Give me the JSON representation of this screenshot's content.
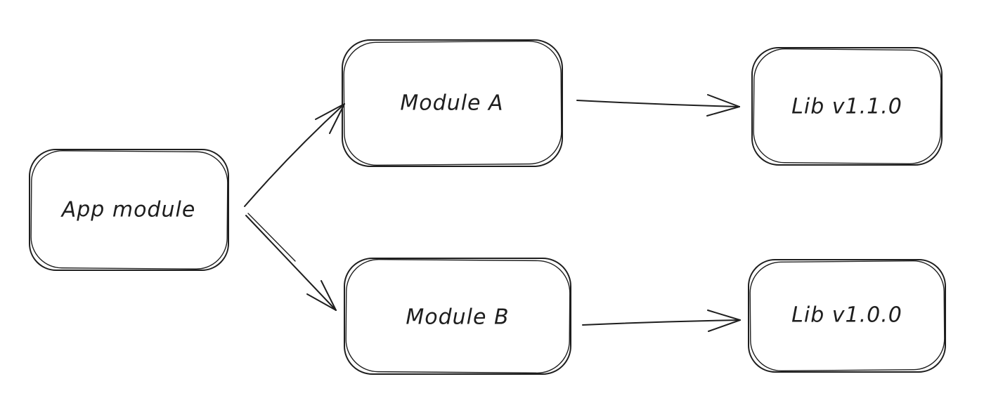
{
  "diagram": {
    "type": "dependency-graph",
    "style": "hand-drawn-whiteboard",
    "background_color": "#ffffff",
    "stroke_color": "#1e1e1e",
    "text_color": "#1e1e1e",
    "nodes": {
      "app_module": {
        "label": "App module"
      },
      "module_a": {
        "label": "Module A"
      },
      "module_b": {
        "label": "Module B"
      },
      "lib_v110": {
        "label": "Lib v1.1.0"
      },
      "lib_v100": {
        "label": "Lib v1.0.0"
      }
    },
    "edges": [
      {
        "from": "App module",
        "to": "Module A",
        "arrow": "open"
      },
      {
        "from": "App module",
        "to": "Module B",
        "arrow": "open"
      },
      {
        "from": "Module A",
        "to": "Lib v1.1.0",
        "arrow": "open"
      },
      {
        "from": "Module B",
        "to": "Lib v1.0.0",
        "arrow": "open"
      }
    ]
  }
}
